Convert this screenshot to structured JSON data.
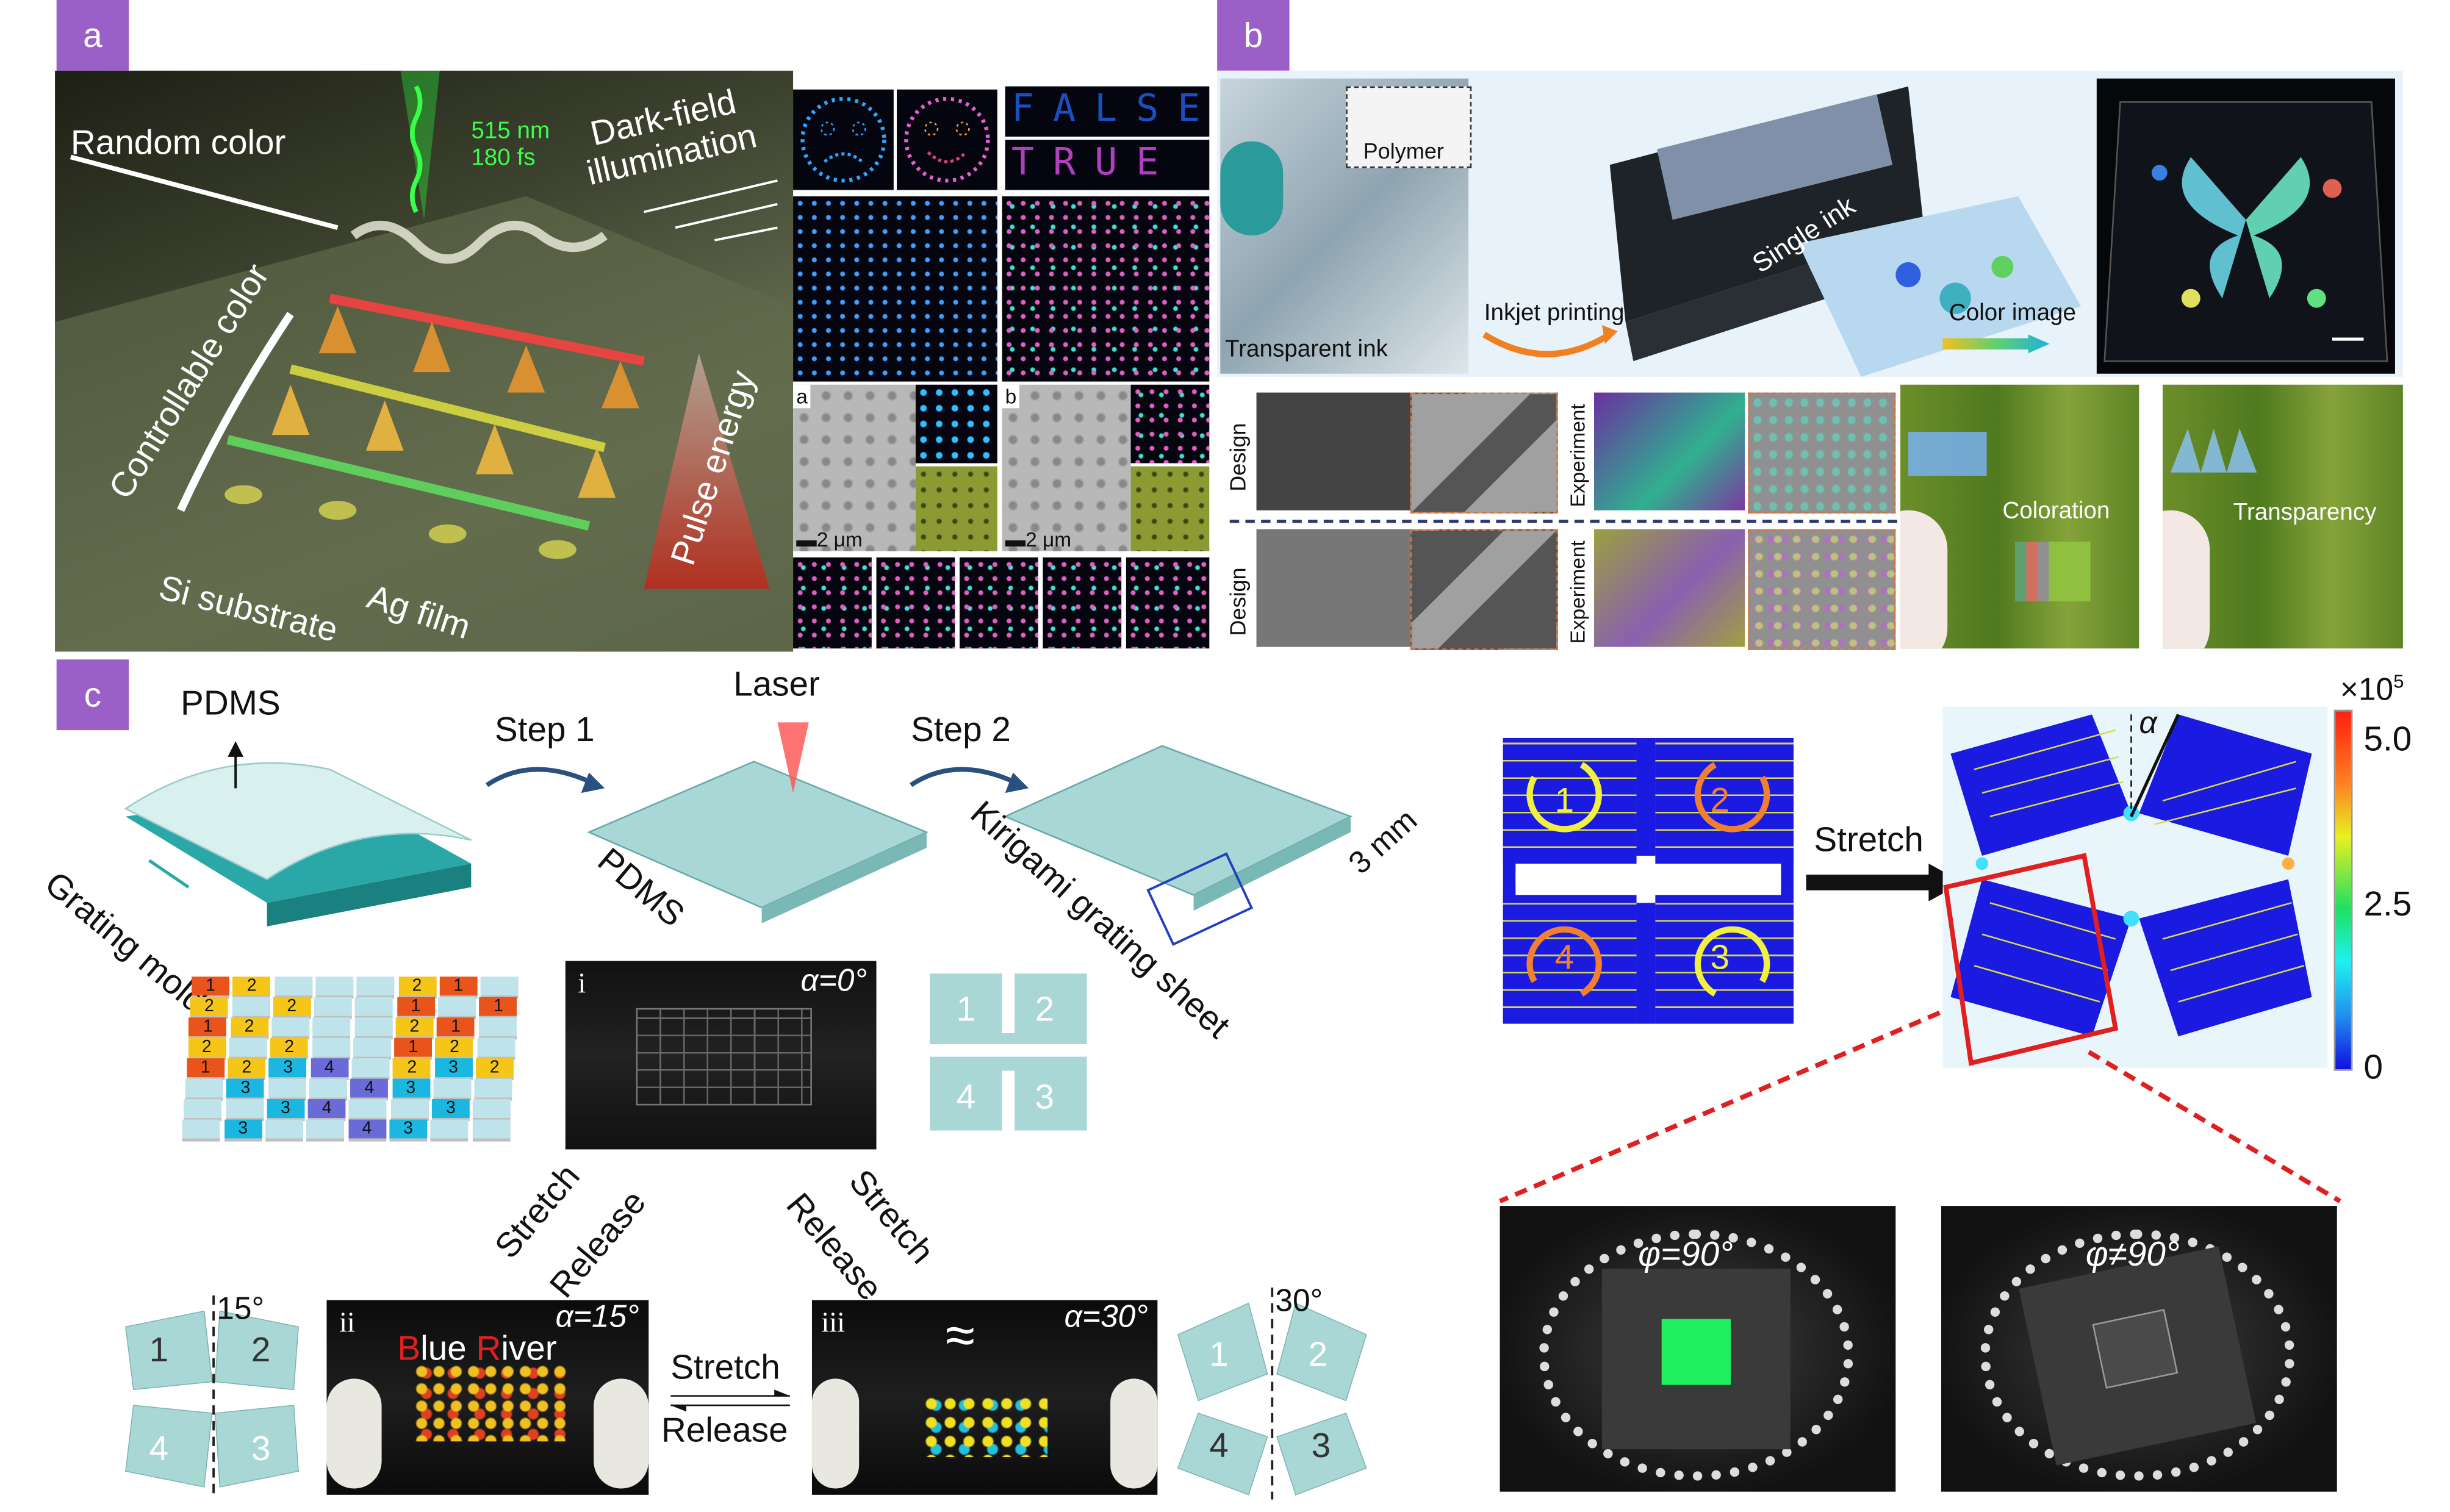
{
  "panel_a": {
    "label": "a",
    "random_color": "Random color",
    "wavelength": "515 nm",
    "pulse": "180 fs",
    "dark_field_1": "Dark-field",
    "dark_field_2": "illumination",
    "controllable_color": "Controllable color",
    "pulse_energy": "Pulse energy",
    "si_substrate": "Si substrate",
    "ag_film": "Ag film",
    "inset_false": "FALSE",
    "inset_true": "TRUE",
    "sem_a": "a",
    "sem_b": "b",
    "scale_a": "2 μm",
    "scale_b": "2 μm"
  },
  "panel_b": {
    "label": "b",
    "polymer": "Polymer",
    "transparent_ink": "Transparent ink",
    "inkjet_printing": "Inkjet printing",
    "single_ink": "Single ink",
    "color_image": "Color image",
    "design_1": "Design",
    "experiment_1": "Experiment",
    "design_2": "Design",
    "experiment_2": "Experiment",
    "coloration": "Coloration",
    "transparency": "Transparency"
  },
  "panel_c": {
    "label": "c",
    "pdms_top": "PDMS",
    "grating_mold": "Grating mold",
    "step1": "Step 1",
    "laser": "Laser",
    "pdms_mid": "PDMS",
    "step2": "Step 2",
    "kirigami": "Kirigami grating sheet",
    "size": "3 mm",
    "grid_rows": [
      [
        "1",
        "2",
        "",
        "",
        "",
        "2",
        "1",
        ""
      ],
      [
        "2",
        "",
        "2",
        "",
        "",
        "1",
        "",
        "1"
      ],
      [
        "1",
        "2",
        "",
        "",
        "",
        "2",
        "1",
        ""
      ],
      [
        "2",
        "",
        "2",
        "",
        "",
        "1",
        "2",
        ""
      ],
      [
        "1",
        "2",
        "3",
        "4",
        "",
        "2",
        "3",
        "2"
      ],
      [
        "",
        "3",
        "",
        "",
        "4",
        "3",
        "",
        ""
      ],
      [
        "",
        "",
        "3",
        "4",
        "",
        "",
        "3",
        ""
      ],
      [
        "",
        "3",
        "",
        "",
        "4",
        "3",
        "",
        ""
      ]
    ],
    "grid_colors": {
      "1": "#e8541a",
      "2": "#f5c518",
      "3": "#1ab8e0",
      "4": "#6b6bd8",
      "empty": "#bfe3ea"
    },
    "photo_i": {
      "roman": "i",
      "alpha": "α=0°"
    },
    "photo_ii": {
      "roman": "ii",
      "alpha": "α=15°",
      "text_b": "B",
      "text_lue": "lue",
      "text_r": "R",
      "text_iver": "iver"
    },
    "photo_iii": {
      "roman": "iii",
      "alpha": "α=30°",
      "wave": "≈"
    },
    "unit_numbers": [
      "1",
      "2",
      "4",
      "3"
    ],
    "stretch_left": "Stretch",
    "release_left": "Release",
    "stretch_right": "Stretch",
    "release_right": "Release",
    "stretch_mid": "Stretch",
    "release_mid": "Release",
    "angle_15": "15°",
    "angle_30": "30°",
    "stretch_arrow": "Stretch",
    "alpha": "α",
    "colorbar": {
      "exponent_prefix": "×10",
      "exponent": "5",
      "ticks": [
        "5.0",
        "2.5",
        "0"
      ],
      "range": [
        0,
        5.0
      ]
    },
    "phi_90": "φ=90°",
    "phi_not_90": "φ≠90°"
  },
  "colors": {
    "label_bg": "#9b5fc8",
    "sim_blue": "#1a1ae0",
    "outline_red": "#e02020"
  }
}
